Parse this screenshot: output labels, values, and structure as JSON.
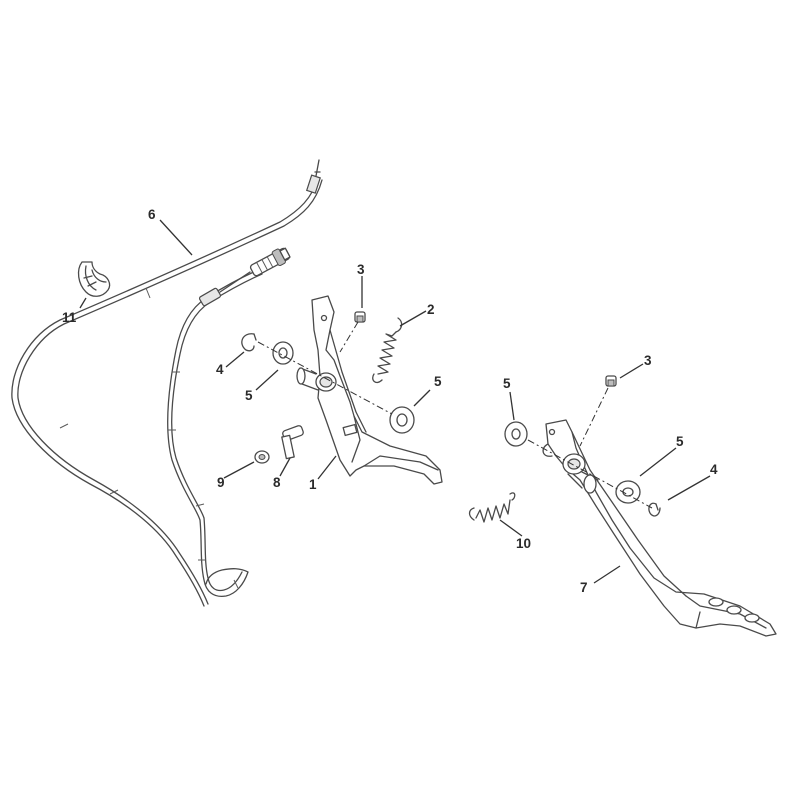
{
  "diagram": {
    "callouts": {
      "c1": "1",
      "c2": "2",
      "c3_left": "3",
      "c3_right": "3",
      "c4_left": "4",
      "c4_right": "4",
      "c5_left_a": "5",
      "c5_left_b": "5",
      "c5_right_a": "5",
      "c5_right_b": "5",
      "c6": "6",
      "c7": "7",
      "c8": "8",
      "c9": "9",
      "c10": "10",
      "c11": "11"
    }
  }
}
